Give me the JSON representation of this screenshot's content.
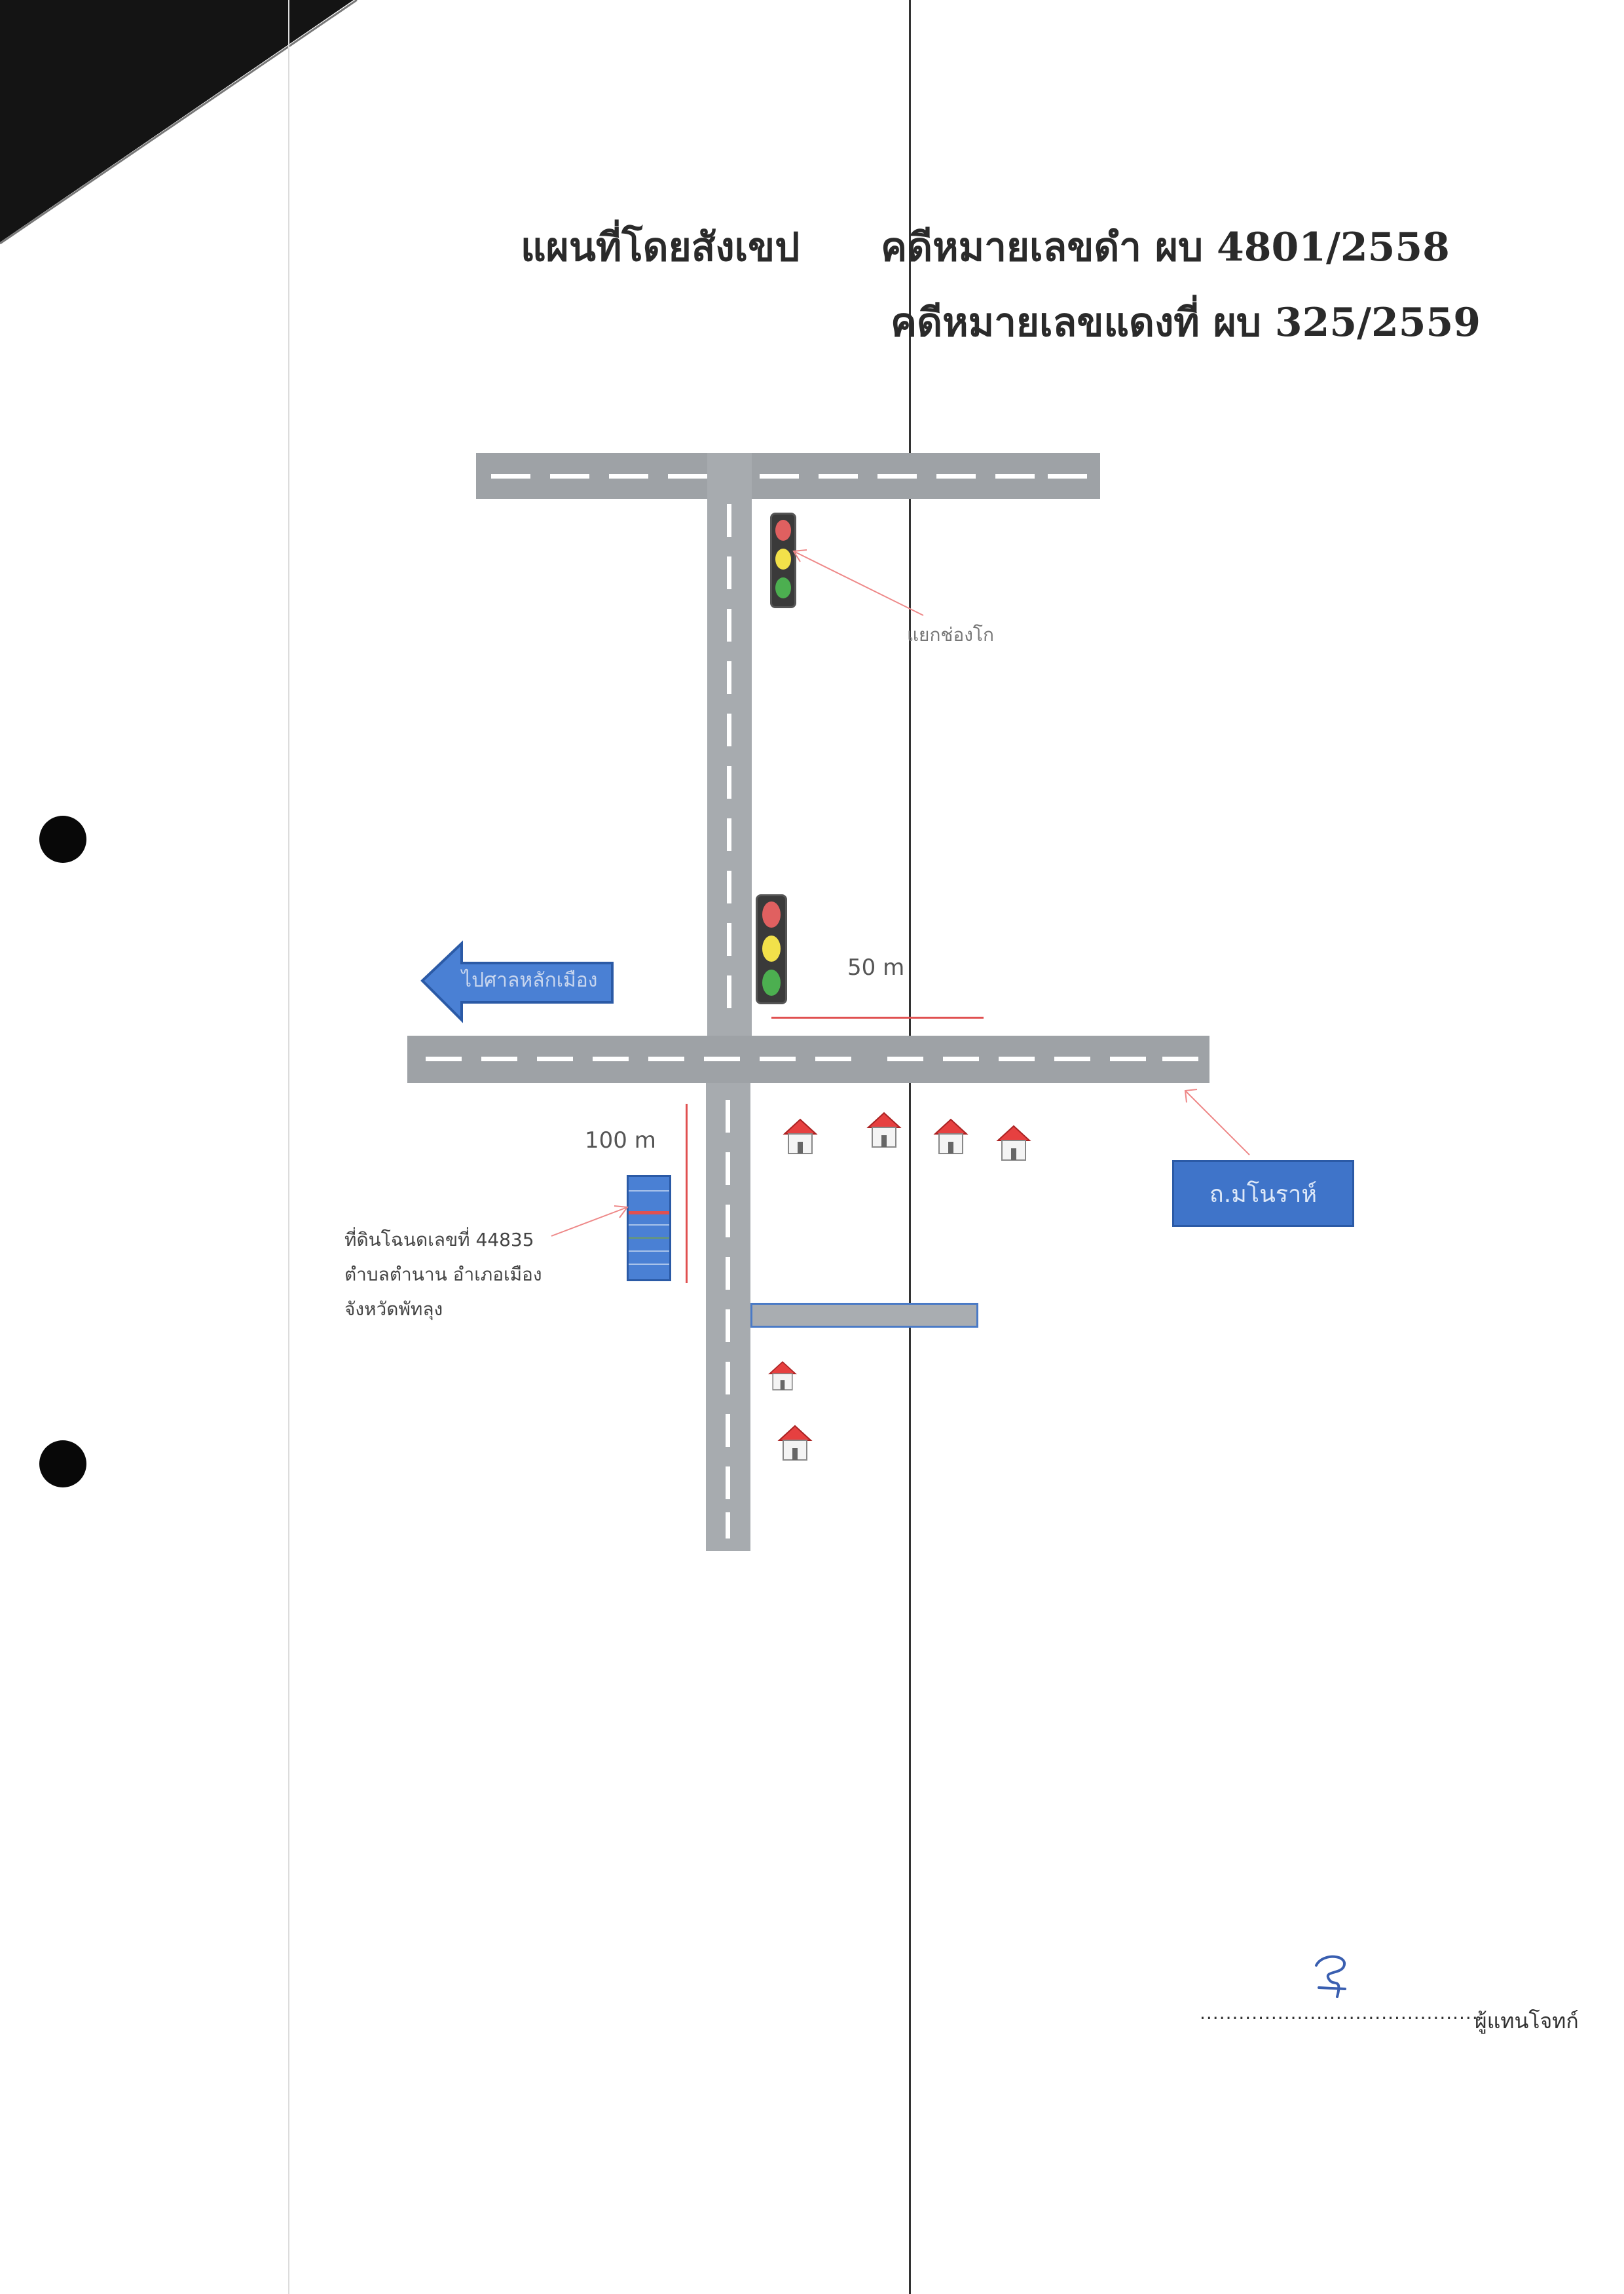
{
  "title": {
    "main": "แผนที่โดยสังเขป",
    "black_case_no": "คดีหมายเลขดำ ผบ 4801/2558",
    "red_case_no": "คดีหมายเลขแดงที่ ผบ 325/2559"
  },
  "map": {
    "junction_label": "แยกช่องโก",
    "distance_50": "50 m",
    "distance_100": "100 m",
    "sign_left": "ไปศาลหลักเมือง",
    "sign_road": "ถ.มโนราห์",
    "land_note": {
      "line1": "ที่ดินโฉนดเลขที่ 44835",
      "line2": "ตำบลตำนาน อำเภอเมือง",
      "line3": "จังหวัดพัทลุง"
    }
  },
  "signature": {
    "dots": "............................................",
    "role": "ผู้แทนโจทก์"
  },
  "colors": {
    "road": "#9ea2a6",
    "sign_blue": "#3f74c9",
    "accent_red": "#e05050"
  }
}
